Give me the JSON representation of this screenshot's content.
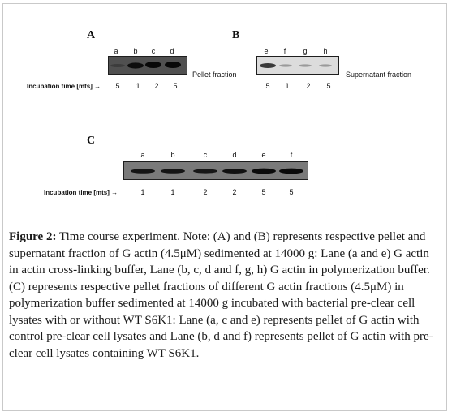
{
  "figure": {
    "panels": {
      "A": {
        "letter": "A",
        "lanes": [
          "a",
          "b",
          "c",
          "d"
        ],
        "times": [
          "5",
          "1",
          "2",
          "5"
        ],
        "fraction_label": "Pellet fraction",
        "row_label": "Incubation time [mts] →"
      },
      "B": {
        "letter": "B",
        "lanes": [
          "e",
          "f",
          "g",
          "h"
        ],
        "times": [
          "5",
          "1",
          "2",
          "5"
        ],
        "fraction_label": "Supernatant fraction"
      },
      "C": {
        "letter": "C",
        "lanes": [
          "a",
          "b",
          "c",
          "d",
          "e",
          "f"
        ],
        "times": [
          "1",
          "1",
          "2",
          "2",
          "5",
          "5"
        ],
        "row_label": "Incubation time [mts] →"
      }
    },
    "caption": {
      "label": "Figure 2:",
      "text": " Time course experiment. Note: (A) and (B) represents respective pellet and supernatant fraction of G actin (4.5μM) sedimented at 14000 g: Lane (a and e) G actin in actin cross-linking buffer, Lane (b, c, d and f, g, h) G actin in polymerization buffer. (C)  represents respective pellet fractions of different G actin fractions (4.5μM) in polymerization buffer sedimented at 14000 g incubated with bacterial pre-clear cell lysates with or without WT S6K1:  Lane (a, c and e) represents pellet of G actin with control pre-clear cell lysates and Lane (b, d and f) represents pellet of G actin with pre-clear cell lysates containing WT S6K1."
    }
  }
}
